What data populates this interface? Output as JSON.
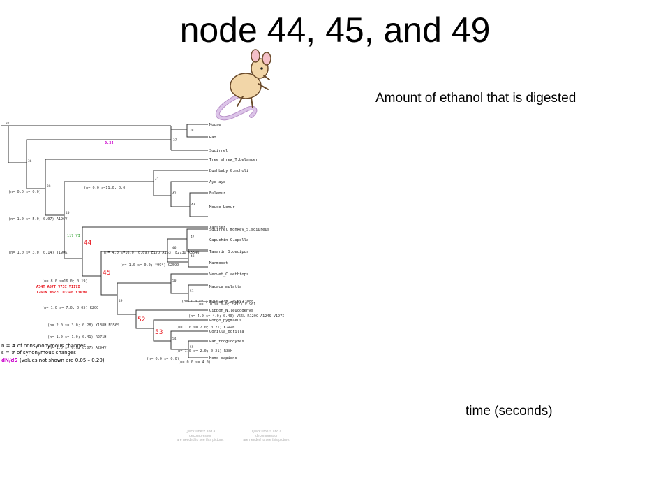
{
  "slide": {
    "title": "node 44, 45, and 49",
    "subtitle": "Amount of ethanol that is digested",
    "time_label": "time (seconds)"
  },
  "tree": {
    "taxa": [
      "Mouse",
      "Rat",
      "Squirrel",
      "Tree shrew_T.belanger",
      "Bushbaby_G.moholi",
      "Aye aye",
      "Eulemur",
      "Mouse Lemur",
      "Tarsier",
      "Squirrel monkey_S.sciureus",
      "Capuchin_C.apella",
      "Tamarin_S.oedipus",
      "Marmoset",
      "Vervet_C.aethiops",
      "Macaca_mulatta",
      "Baboon_P.anubis",
      "Gibbon_N.leucogenys",
      "Pongo_pygmaeus",
      "Gorilla_gorilla",
      "Pan_troglodytes",
      "Homo_sapiens"
    ],
    "nodes": [
      "32",
      "36",
      "38",
      "37",
      "39",
      "40",
      "41",
      "42",
      "43",
      "46",
      "47",
      "48",
      "44",
      "45",
      "49",
      "50",
      "51",
      "52",
      "53",
      "54",
      "55"
    ],
    "highlight_nodes": [
      "44",
      "45",
      "52",
      "53"
    ],
    "branch_labels": [
      {
        "n": "(n= 0.0 s= 0.0)",
        "mut": "",
        "color": "#333333"
      },
      {
        "n": "(n= 1.0 s= 5.0; 0.07)",
        "mut": "A196V",
        "color": "#333333"
      },
      {
        "n": "(n= 1.0 s= 3.0; 0.14)",
        "mut": "T190K",
        "color": "#333333"
      },
      {
        "n": "(n= 0.0 s=11.0; 0.0",
        "mut": "",
        "color": "#333333"
      },
      {
        "n": "(n= 4.0 s=16.0; 0.09)",
        "mut": "E17D A163T E273D K354Q",
        "color": "#333333"
      },
      {
        "n": "(n= 1.0 s= 0.0; *99*)",
        "mut": "G259D",
        "color": "#333333"
      },
      {
        "n": "(n= 8.0 s=16.0; 0.19)",
        "mut": "",
        "color": "#333333"
      },
      {
        "n": "(n= 1.0 s= 7.0; 0.05)",
        "mut": "K20Q",
        "color": "#333333"
      },
      {
        "n": "(n= 2.0 s= 1.0; 0.92)",
        "mut": "G263E L308F",
        "color": "#333333"
      },
      {
        "n": "(n= 1.0 s= 0.0; *99*)",
        "mut": "V196I",
        "color": "#333333"
      },
      {
        "n": "(n= 4.0 s= 4.0; 0.40)",
        "mut": "V66L R120C A124S V197I",
        "color": "#333333"
      },
      {
        "n": "(n= 2.0 s= 3.0; 0.28)",
        "mut": "Y138H N356S",
        "color": "#333333"
      },
      {
        "n": "(n= 1.0 s= 2.0; 0.21)",
        "mut": "K244N",
        "color": "#333333"
      },
      {
        "n": "(n= 1.0 s= 1.0; 0.41)",
        "mut": "R271H",
        "color": "#333333"
      },
      {
        "n": "(n= 1.0 s= 6.0; 0.07)",
        "mut": "A294V",
        "color": "#333333"
      },
      {
        "n": "(n= 1.0 s= 2.0; 0.21)",
        "mut": "R38H",
        "color": "#333333"
      },
      {
        "n": "(n= 0.0 s= 0.0)",
        "mut": "",
        "color": "#333333"
      },
      {
        "n": "(n= 0.0 s= 4.0)",
        "mut": "",
        "color": "#333333"
      }
    ],
    "node45_mutations": [
      "A34T A57T V73I V117I",
      "T261N W322L D334E Y363N"
    ],
    "rodent_dnds": "0.34",
    "green_label": "117 VI",
    "legend": [
      "n = # of nonsynonymous changes",
      "s = # of synonymous changes"
    ],
    "legend_dnds_key": "dN/dS",
    "legend_dnds_note": "(values not shown are 0.05 – 0.20)"
  },
  "placeholders": [
    {
      "line1": "QuickTime™ and a",
      "line2": "decompressor",
      "line3": "are needed to see this picture."
    },
    {
      "line1": "QuickTime™ and a",
      "line2": "decompressor",
      "line3": "are needed to see this picture."
    }
  ],
  "colors": {
    "highlight": "#e8141c",
    "dnds": "#cc00cc",
    "mouse_body": "#f2d6a8",
    "mouse_tail": "#dcc4e8"
  }
}
